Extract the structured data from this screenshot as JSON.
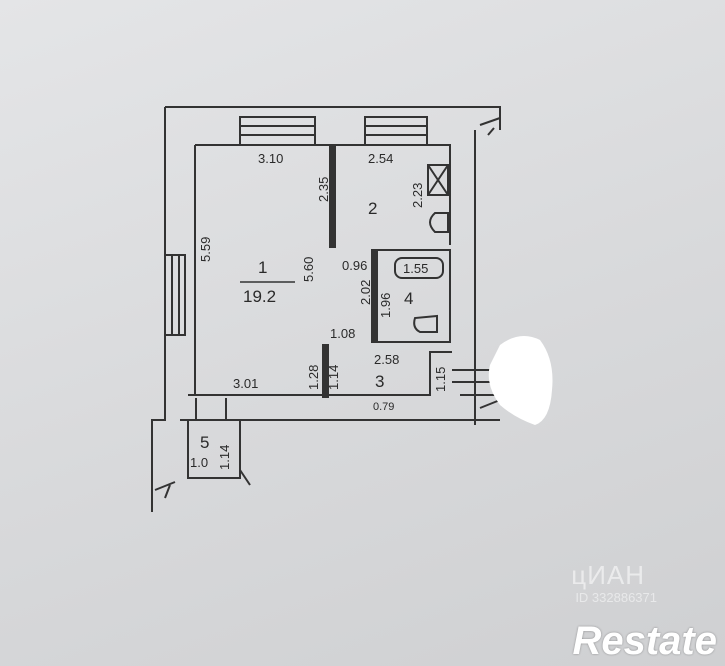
{
  "rooms": {
    "room1": {
      "number": "1",
      "area": "19.2"
    },
    "room2": {
      "number": "2"
    },
    "room3": {
      "number": "3"
    },
    "room4": {
      "number": "4"
    },
    "room5": {
      "number": "5"
    }
  },
  "dimensions": {
    "top_left": "3.10",
    "top_right": "2.54",
    "left_side": "5.59",
    "room1_height": "5.60",
    "partition_upper": "2.35",
    "room2_height": "2.23",
    "opening_096": "0.96",
    "bath_top": "1.55",
    "bath_left": "2.02",
    "bath_right": "1.96",
    "opening_108": "1.08",
    "hall_width": "2.58",
    "hall_a": "1.28",
    "hall_b": "1.14",
    "bottom_left": "3.01",
    "bottom_door": "0.79",
    "hall_right": "1.15",
    "balcony_height": "1.14",
    "balcony_width": "1.0"
  },
  "watermarks": {
    "cian": "цИАН",
    "listing_id": "ID 332886371",
    "brand": "Restate"
  },
  "colors": {
    "ink": "#2a2a2a",
    "paper": "#d9dadc"
  }
}
